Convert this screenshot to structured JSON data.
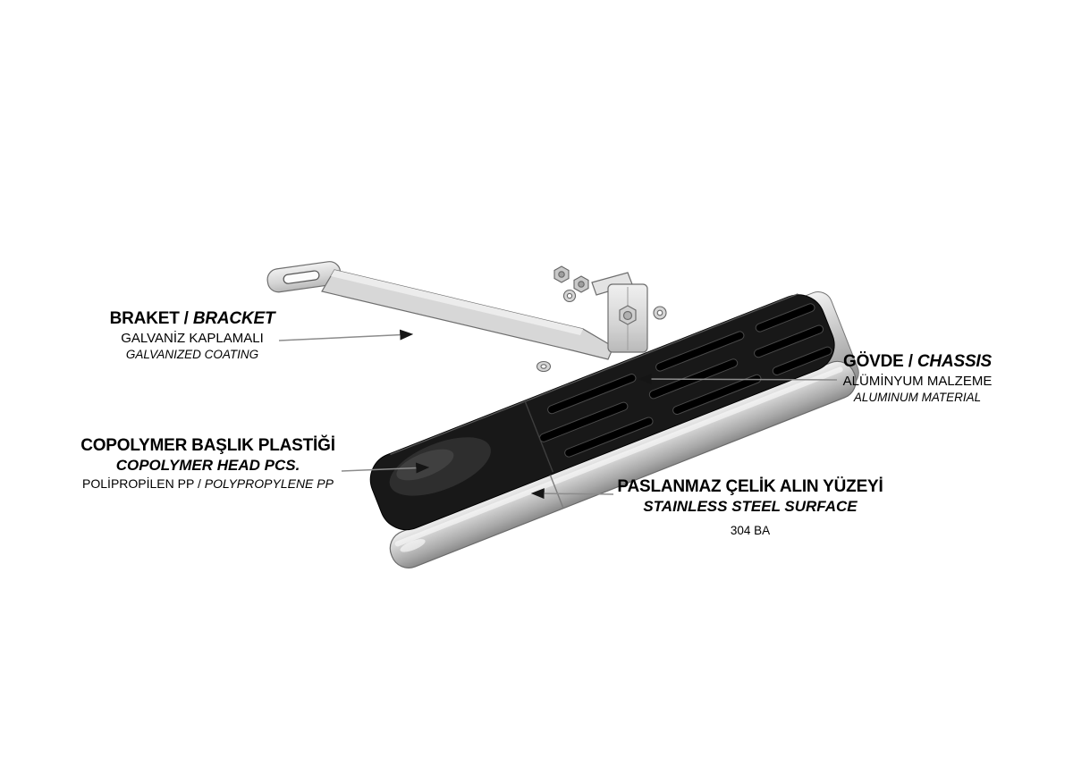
{
  "figure": {
    "background": "#ffffff",
    "subject": "side-step-exploded-diagram"
  },
  "labels": {
    "bracket": {
      "title_tr": "BRAKET /",
      "title_en": "BRACKET",
      "material_tr": "GALVANİZ KAPLAMALI",
      "material_en": "GALVANIZED COATING"
    },
    "chassis": {
      "title_tr": "GÖVDE /",
      "title_en": "CHASSIS",
      "material_tr": "ALÜMİNYUM MALZEME",
      "material_en": "ALUMINUM MATERIAL"
    },
    "copolymer": {
      "title_tr": "COPOLYMER BAŞLIK PLASTİĞİ",
      "title_en": "COPOLYMER HEAD PCS.",
      "material_tr": "POLİPROPİLEN PP /",
      "material_en": "POLYPROPYLENE PP"
    },
    "stainless": {
      "title_tr": "PASLANMAZ ÇELİK ALIN YÜZEYİ",
      "title_en": "STAINLESS STEEL SURFACE",
      "spec": "304 BA"
    }
  },
  "colors": {
    "step_top_black": "#181818",
    "metal_light": "#f2f2f2",
    "metal_mid": "#bdbdbd",
    "metal_dark": "#8a8a8a",
    "leader_line": "#8c8c8c",
    "arrowhead": "#151515",
    "text": "#000000"
  }
}
